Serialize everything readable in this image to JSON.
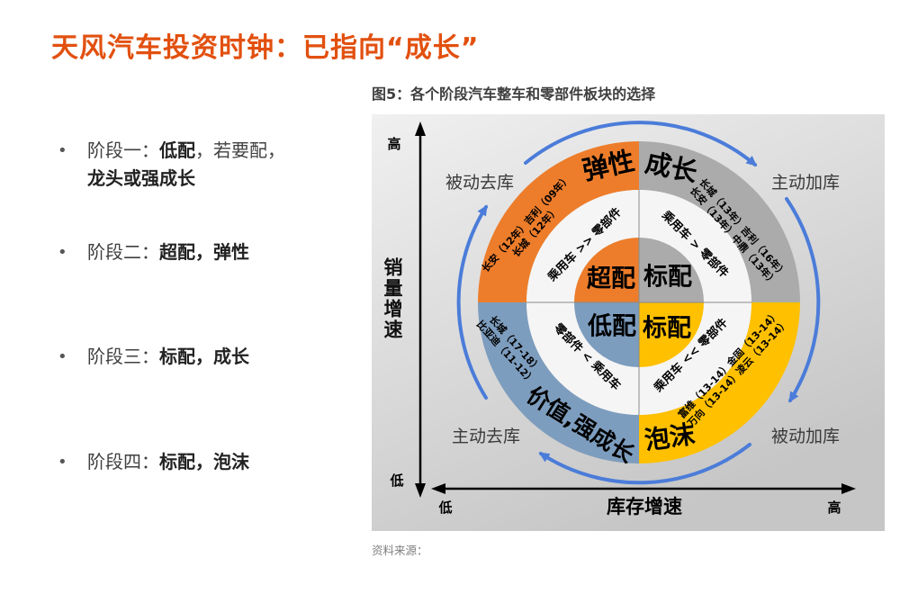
{
  "slide": {
    "title": "天风汽车投资时钟：已指向“成长”",
    "source_label": "资料来源："
  },
  "bullets": {
    "marker": "•",
    "items": [
      {
        "prefix": "阶段一：",
        "emphasis": "低配",
        "middle": "，若要配，",
        "line2": "龙头或强成长"
      },
      {
        "prefix": "阶段二：",
        "emphasis": "超配，弹性"
      },
      {
        "prefix": "阶段三：",
        "emphasis": "标配，成长"
      },
      {
        "prefix": "阶段四：",
        "emphasis": "标配，泡沫"
      }
    ]
  },
  "figure": {
    "caption": "图5：各个阶段汽车整车和零部件板块的选择",
    "panel": {
      "corners": {
        "tl": "被动去库",
        "tr": "主动加库",
        "bl": "主动去库",
        "br": "被动加库"
      },
      "axis": {
        "y_label": "销量增速",
        "y_top": "高",
        "y_bottom": "低",
        "x_label": "库存增速",
        "x_left": "低",
        "x_right": "高"
      },
      "wheel": {
        "tl": {
          "stage": "弹性",
          "companies": [
            "长安（12年）吉利（09年）",
            "长城（12年）"
          ],
          "relation": "乘用车 >> 零部件",
          "allocation": "超配",
          "color": "#ED7D2B"
        },
        "tr": {
          "stage": "成长",
          "companies": [
            "长城（13年）吉利（16年）",
            "长安（13年）中鼎（13年）"
          ],
          "relation": "乘用车 > 零部件",
          "allocation": "标配",
          "color": "#ABABAB"
        },
        "bl": {
          "stage": "价值,强成长",
          "companies": [
            "长城（17-18）",
            "比亚迪（11-12）"
          ],
          "relation": "零部件 < 乘用车",
          "allocation": "低配",
          "color": "#7D9DBE"
        },
        "br": {
          "stage": "泡沫",
          "companies": [
            "富维（13-14）金固（13-14）",
            "万向（13-14）凌云（13-14）"
          ],
          "relation": "乘用车 << 零部件",
          "allocation": "标配",
          "color": "#FFC000"
        }
      },
      "arrow_color": "#4B7CD9"
    }
  }
}
